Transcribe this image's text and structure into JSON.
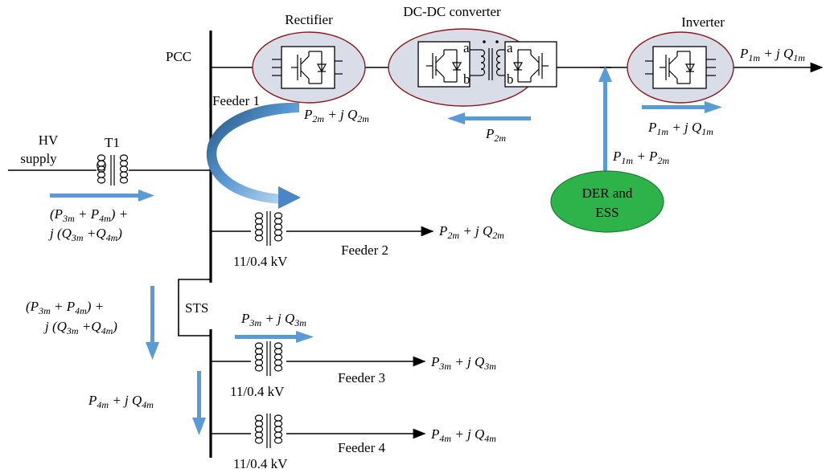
{
  "labels": {
    "rectifier": "Rectifier",
    "dcdc": "DC-DC converter",
    "inverter": "Inverter",
    "pcc": "PCC",
    "feeder1": "Feeder 1",
    "feeder2": "Feeder 2",
    "feeder3": "Feeder 3",
    "feeder4": "Feeder  4",
    "hv_line1": "HV",
    "hv_line2": "supply",
    "t1": "T1",
    "sts": "STS",
    "tr_rating_2": "11/0.4 kV",
    "tr_rating_3": "11/0.4 kV",
    "tr_rating_4": "11/0.4 kV",
    "der_line1": "DER and",
    "der_line2": "ESS",
    "term_a_left": "a",
    "term_b_left": "b",
    "term_a_right": "a",
    "term_b_right": "b"
  },
  "expressions": {
    "out_inverter": {
      "p": "P",
      "ps": "1m",
      "mid": " + j ",
      "q": "Q",
      "qs": "1m"
    },
    "flow_inverter": {
      "p": "P",
      "ps": "1m",
      "mid": " + j ",
      "q": "Q",
      "qs": "1m"
    },
    "flow_dc": {
      "p": "P",
      "ps": "2m"
    },
    "der_power": {
      "p": "P",
      "ps": "1m",
      "mid": " + ",
      "q": "P",
      "qs": "2m"
    },
    "feeder1_flow": {
      "p": "P",
      "ps": "2m",
      "mid": " + j ",
      "q": "Q",
      "qs": "2m"
    },
    "feeder2_out": {
      "p": "P",
      "ps": "2m",
      "mid": " + j ",
      "q": "Q",
      "qs": "2m"
    },
    "feeder3_flow": {
      "p": "P",
      "ps": "3m",
      "mid": " + j ",
      "q": "Q",
      "qs": "3m"
    },
    "feeder3_out": {
      "p": "P",
      "ps": "3m",
      "mid": " + j ",
      "q": "Q",
      "qs": "3m"
    },
    "feeder4_flow": {
      "p": "P",
      "ps": "4m",
      "mid": " + j ",
      "q": "Q",
      "qs": "4m"
    },
    "feeder4_out": {
      "p": "P",
      "ps": "4m",
      "mid": " + j ",
      "q": "Q",
      "qs": "4m"
    },
    "hv_flow_l1": {
      "pre": "(",
      "p": "P",
      "ps": "3m",
      "mid": " + ",
      "q": "P",
      "qs": "4m",
      "post": ") +"
    },
    "hv_flow_l2": {
      "pre": "j (",
      "p": "Q",
      "ps": "3m",
      "mid": " +",
      "q": "Q",
      "qs": "4m",
      "post": ")"
    },
    "sts_flow_l1": {
      "pre": "(",
      "p": "P",
      "ps": "3m",
      "mid": " + ",
      "q": "P",
      "qs": "4m",
      "post": ") +"
    },
    "sts_flow_l2": {
      "pre": "j (",
      "p": "Q",
      "ps": "3m",
      "mid": " +",
      "q": "Q",
      "qs": "4m",
      "post": ")"
    }
  },
  "colors": {
    "flow_arrow": "#5b9bd5",
    "converter_fill": "#d8dde8",
    "converter_border": "#8b1a1a",
    "der_fill": "#2db34a"
  }
}
